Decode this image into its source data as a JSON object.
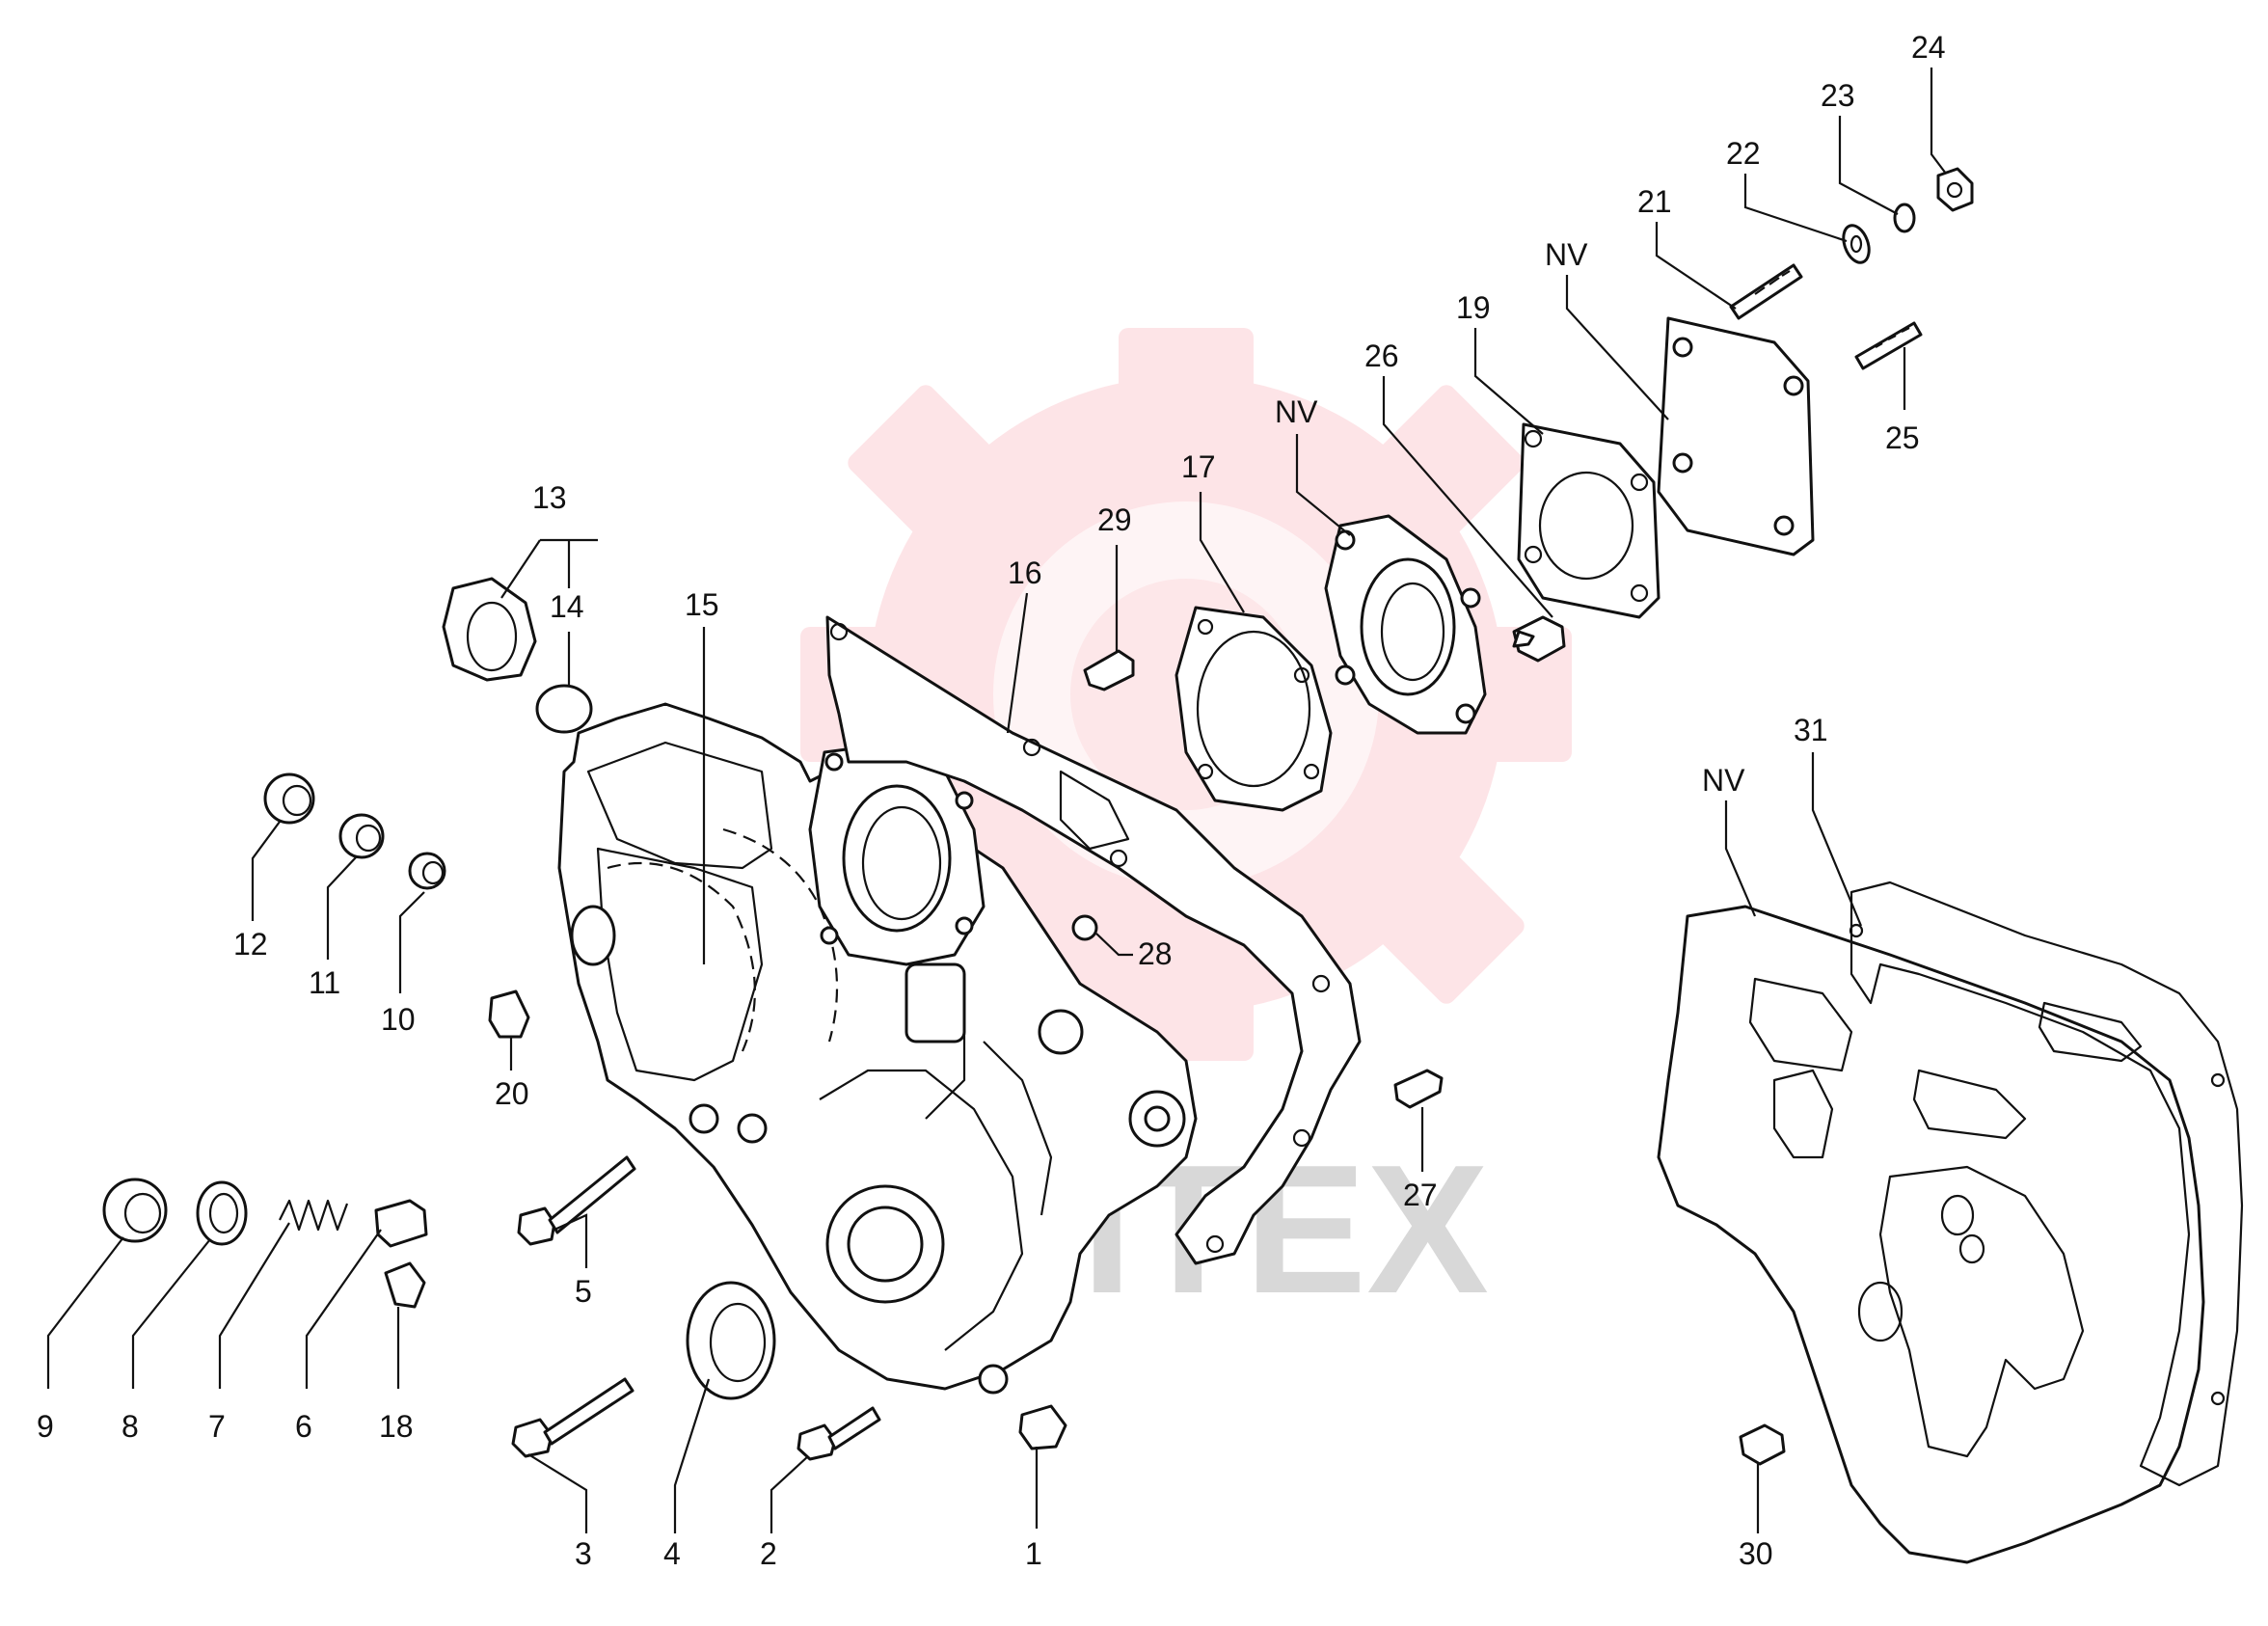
{
  "watermark": {
    "text": "CHTEX",
    "gear_color": "#fde3e6",
    "text_color": "#d8d8d8"
  },
  "callouts": [
    {
      "id": "c1",
      "label": "1"
    },
    {
      "id": "c2",
      "label": "2"
    },
    {
      "id": "c3",
      "label": "3"
    },
    {
      "id": "c4",
      "label": "4"
    },
    {
      "id": "c5",
      "label": "5"
    },
    {
      "id": "c6",
      "label": "6"
    },
    {
      "id": "c7",
      "label": "7"
    },
    {
      "id": "c8",
      "label": "8"
    },
    {
      "id": "c9",
      "label": "9"
    },
    {
      "id": "c10",
      "label": "10"
    },
    {
      "id": "c11",
      "label": "11"
    },
    {
      "id": "c12",
      "label": "12"
    },
    {
      "id": "c13",
      "label": "13"
    },
    {
      "id": "c14",
      "label": "14"
    },
    {
      "id": "c15",
      "label": "15"
    },
    {
      "id": "c16",
      "label": "16"
    },
    {
      "id": "c17",
      "label": "17"
    },
    {
      "id": "c18",
      "label": "18"
    },
    {
      "id": "c19",
      "label": "19"
    },
    {
      "id": "c20",
      "label": "20"
    },
    {
      "id": "c21",
      "label": "21"
    },
    {
      "id": "c22",
      "label": "22"
    },
    {
      "id": "c23",
      "label": "23"
    },
    {
      "id": "c24",
      "label": "24"
    },
    {
      "id": "c25",
      "label": "25"
    },
    {
      "id": "c26",
      "label": "26"
    },
    {
      "id": "c27",
      "label": "27"
    },
    {
      "id": "c28",
      "label": "28"
    },
    {
      "id": "c29",
      "label": "29"
    },
    {
      "id": "c30",
      "label": "30"
    },
    {
      "id": "c31",
      "label": "31"
    },
    {
      "id": "nv1",
      "label": "NV"
    },
    {
      "id": "nv2",
      "label": "NV"
    },
    {
      "id": "nv3",
      "label": "NV"
    }
  ]
}
